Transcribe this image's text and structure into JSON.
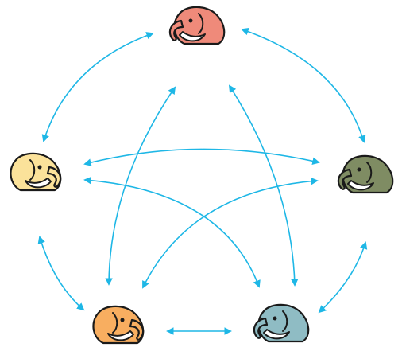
{
  "nodes": [
    {
      "id": "top",
      "icon": "mammoth-icon",
      "color": "#ef8a7a"
    },
    {
      "id": "left",
      "icon": "mammoth-icon",
      "color": "#fbe29a"
    },
    {
      "id": "right",
      "icon": "mammoth-icon",
      "color": "#7f8c63"
    },
    {
      "id": "bottom-left",
      "icon": "mammoth-icon",
      "color": "#f8ae60"
    },
    {
      "id": "bottom-right",
      "icon": "mammoth-icon",
      "color": "#8fbcc4"
    }
  ],
  "edges": [
    {
      "from": "top",
      "to": "left",
      "bidirectional": true
    },
    {
      "from": "top",
      "to": "right",
      "bidirectional": true
    },
    {
      "from": "left",
      "to": "bottom-left",
      "bidirectional": true
    },
    {
      "from": "right",
      "to": "bottom-right",
      "bidirectional": true
    },
    {
      "from": "bottom-left",
      "to": "bottom-right",
      "bidirectional": true
    },
    {
      "from": "left",
      "to": "right",
      "bidirectional": true
    },
    {
      "from": "left",
      "to": "bottom-right",
      "bidirectional": true
    },
    {
      "from": "right",
      "to": "bottom-left",
      "bidirectional": true
    },
    {
      "from": "top",
      "to": "bottom-left",
      "bidirectional": true
    },
    {
      "from": "top",
      "to": "bottom-right",
      "bidirectional": true
    }
  ],
  "colors": {
    "edge": "#1eb7e6",
    "outline": "#1a1a1a",
    "tusk": "#ffffff"
  }
}
